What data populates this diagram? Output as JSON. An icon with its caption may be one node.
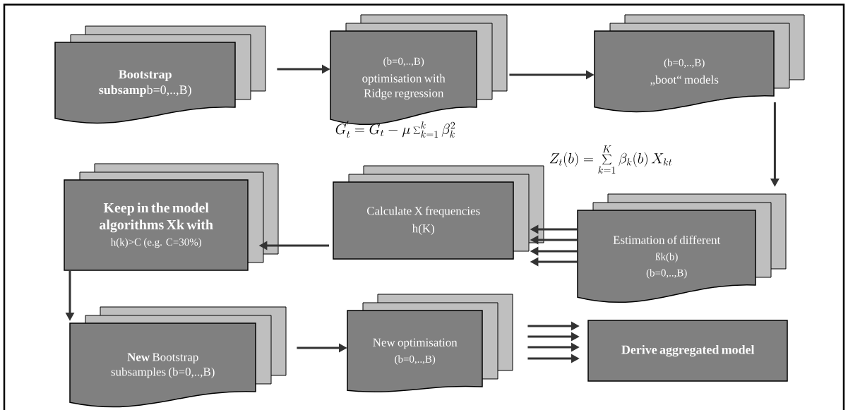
{
  "diagram": {
    "nodes": [
      {
        "text": [
          "**Bootstrap subsamp**b=0,..,B)"
        ]
      },
      {
        "text": [
          "(b=0,..,B)",
          "optimisation with Ridge regression"
        ]
      },
      {
        "text": [
          "(b=0,..,B)",
          "„boot“ models"
        ]
      },
      {
        "text": [
          "Estimation of different",
          "ßk(b)",
          "(b=0,..,B)"
        ]
      },
      {
        "text": [
          "Calculate X frequencies",
          "h(K)"
        ]
      },
      {
        "text": [
          "Keep in the model algorithms Xk with",
          "h(k)>C (e.g. C=30%)"
        ]
      },
      {
        "text": [
          "**New** Bootstrap subsamples (b=0,..,B)"
        ]
      },
      {
        "text": [
          "New optimisation",
          "(b=0,..,B)"
        ]
      },
      {
        "text": [
          "Derive aggregated model"
        ]
      }
    ],
    "edges": [
      {
        "from": 0,
        "to": 1,
        "arrow": "to"
      },
      {
        "from": 1,
        "to": 2,
        "arrow": "to"
      },
      {
        "from": 2,
        "to": 3,
        "arrow": "to"
      },
      {
        "from": 3,
        "to": 4,
        "arrow": "to"
      },
      {
        "from": 3,
        "to": 4,
        "arrow": "to"
      },
      {
        "from": 3,
        "to": 4,
        "arrow": "to"
      },
      {
        "from": 3,
        "to": 4,
        "arrow": "to"
      },
      {
        "from": 4,
        "to": 5,
        "arrow": "to"
      },
      {
        "from": 5,
        "to": 6,
        "arrow": "to"
      },
      {
        "from": 6,
        "to": 7,
        "arrow": "to"
      },
      {
        "from": 7,
        "to": 8,
        "arrow": "to"
      },
      {
        "from": 7,
        "to": 8,
        "arrow": "to"
      },
      {
        "from": 7,
        "to": 8,
        "arrow": "to"
      },
      {
        "from": 7,
        "to": 8,
        "arrow": "to"
      }
    ],
    "labels": [
      "G_t^{'} = G_t - \\mu \\sum_{k=1}^{k} \\beta_k^2",
      "Z_t(b) = \\sum_{k=1}^{K} \\beta_k(b)\\, X_{kt}"
    ]
  }
}
